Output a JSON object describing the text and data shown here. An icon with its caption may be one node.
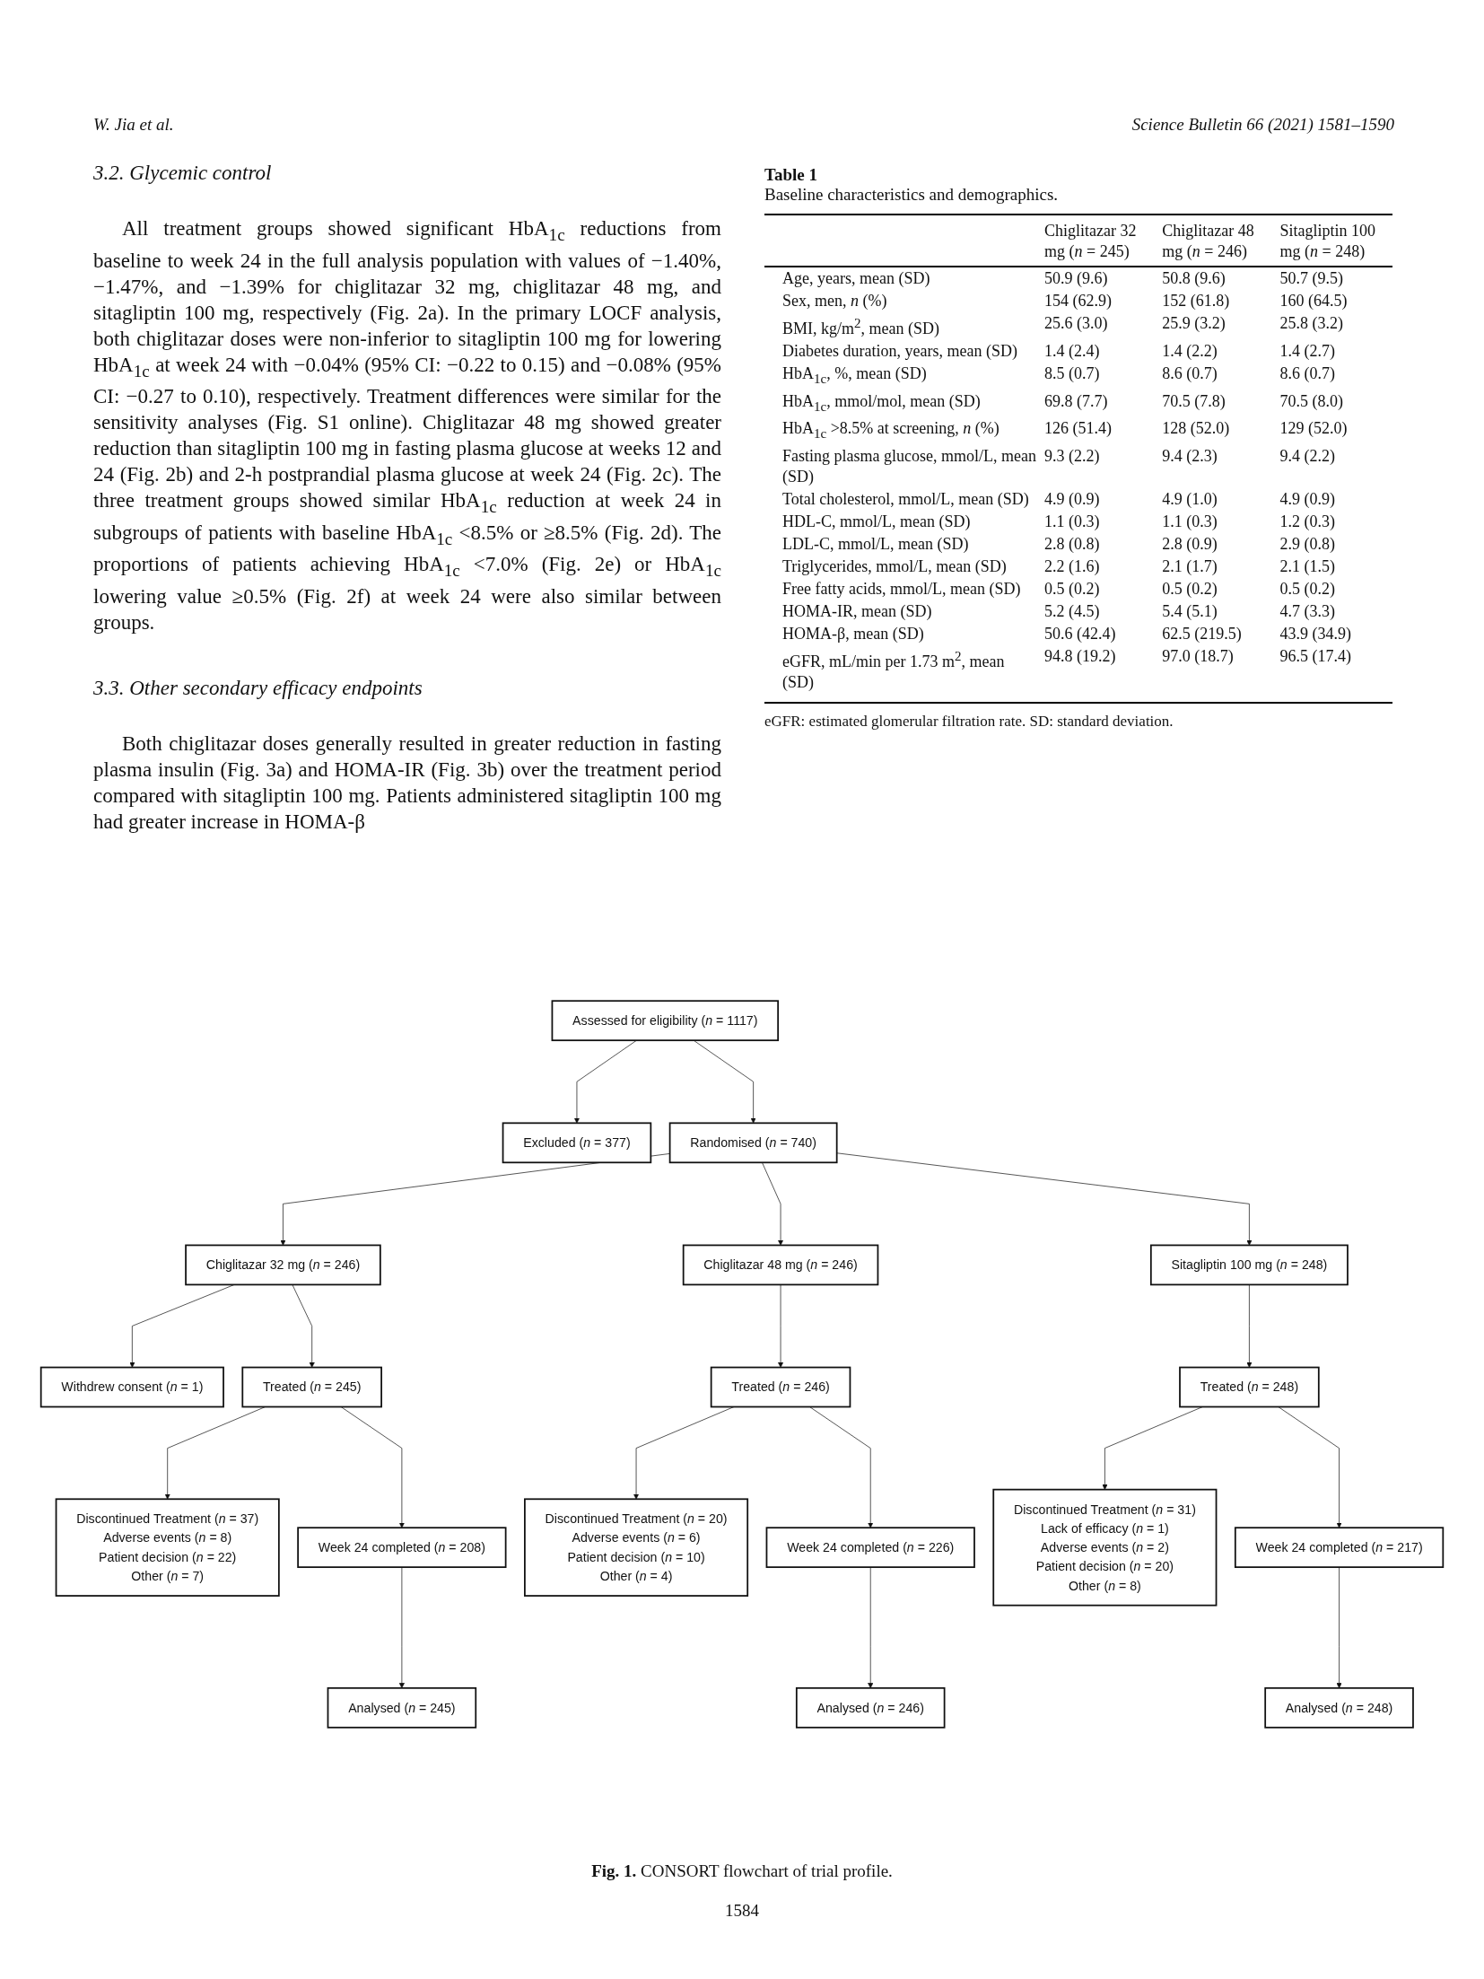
{
  "diagram": {
    "caption": "**Fig. 1.** CONSORT flowchart of trial profile.",
    "nodes": [
      {
        "text": [
          "Assessed for eligibility (*n* = 1117)"
        ]
      },
      {
        "text": [
          "Excluded (*n* = 377)"
        ]
      },
      {
        "text": [
          "Randomised (*n* = 740)"
        ]
      },
      {
        "text": [
          "Chiglitazar 32 mg (*n* = 246)"
        ]
      },
      {
        "text": [
          "Chiglitazar 48 mg (*n* = 246)"
        ]
      },
      {
        "text": [
          "Sitagliptin 100 mg (*n* = 248)"
        ]
      },
      {
        "text": [
          "Withdrew consent (*n* = 1)"
        ]
      },
      {
        "text": [
          "Treated (*n* = 245)"
        ]
      },
      {
        "text": [
          "Treated (*n* = 246)"
        ]
      },
      {
        "text": [
          "Treated (*n* = 248)"
        ]
      },
      {
        "text": [
          "Discontinued Treatment (*n* = 37)",
          "Adverse events (*n* = 8)",
          "Patient decision (*n* = 22)",
          "Other (*n* = 7)"
        ]
      },
      {
        "text": [
          "Discontinued Treatment (*n* = 20)",
          "Adverse events (*n* = 6)",
          "Patient decision (*n* = 10)",
          "Other (*n* = 4)"
        ]
      },
      {
        "text": [
          "Discontinued Treatment (*n* = 31)",
          "Lack of efficacy (*n* = 1)",
          "Adverse events (*n* = 2)",
          "Patient decision (*n* = 20)",
          "Other (*n* = 8)"
        ]
      },
      {
        "text": [
          "Week 24 completed (*n* = 208)"
        ]
      },
      {
        "text": [
          "Week 24 completed (*n* = 226)"
        ]
      },
      {
        "text": [
          "Week 24 completed (*n* = 217)"
        ]
      },
      {
        "text": [
          "Analysed (*n* = 245)"
        ]
      },
      {
        "text": [
          "Analysed (*n* = 246)"
        ]
      },
      {
        "text": [
          "Analysed (*n* = 248)"
        ]
      }
    ],
    "edges": [
      {
        "from": 0,
        "to": 1,
        "arrow": "to"
      },
      {
        "from": 0,
        "to": 2,
        "arrow": "to"
      },
      {
        "from": 2,
        "to": 3,
        "arrow": "to"
      },
      {
        "from": 2,
        "to": 4,
        "arrow": "to"
      },
      {
        "from": 2,
        "to": 5,
        "arrow": "to"
      },
      {
        "from": 3,
        "to": 6,
        "arrow": "to"
      },
      {
        "from": 3,
        "to": 7,
        "arrow": "to"
      },
      {
        "from": 4,
        "to": 8,
        "arrow": "to"
      },
      {
        "from": 5,
        "to": 9,
        "arrow": "to"
      },
      {
        "from": 7,
        "to": 10,
        "arrow": "to"
      },
      {
        "from": 7,
        "to": 13,
        "arrow": "to"
      },
      {
        "from": 8,
        "to": 11,
        "arrow": "to"
      },
      {
        "from": 8,
        "to": 14,
        "arrow": "to"
      },
      {
        "from": 9,
        "to": 12,
        "arrow": "to"
      },
      {
        "from": 9,
        "to": 15,
        "arrow": "to"
      },
      {
        "from": 13,
        "to": 16,
        "arrow": "to"
      },
      {
        "from": 14,
        "to": 17,
        "arrow": "to"
      },
      {
        "from": 15,
        "to": 18,
        "arrow": "to"
      }
    ],
    "labels": [
      "W. Jia et al.",
      "Science Bulletin 66 (2021) 1581–1590",
      "3.2. Glycemic control",
      "All treatment groups showed significant HbA$_{1c}$ reductions from baseline to week 24 in the full analysis population with values of −1.40%, −1.47%, and −1.39% for chiglitazar 32 mg, chiglitazar 48 mg, and sitagliptin 100 mg, respectively (Fig. 2a). In the primary LOCF analysis, both chiglitazar doses were non-inferior to sitagliptin 100 mg for lowering HbA$_{1c}$ at week 24 with −0.04% (95% CI: −0.22 to 0.15) and −0.08% (95% CI: −0.27 to 0.10), respectively. Treatment differences were similar for the sensitivity analyses (Fig. S1 online). Chiglitazar 48 mg showed greater reduction than sitagliptin 100 mg in fasting plasma glucose at weeks 12 and 24 (Fig. 2b) and 2-h postprandial plasma glucose at week 24 (Fig. 2c). The three treatment groups showed similar HbA$_{1c}$ reduction at week 24 in subgroups of patients with baseline HbA$_{1c}$ <8.5% or ≥8.5% (Fig. 2d). The proportions of patients achieving HbA$_{1c}$ <7.0% (Fig. 2e) or HbA$_{1c}$ lowering value ≥0.5% (Fig. 2f) at week 24 were also similar between groups.",
      "3.3. Other secondary efficacy endpoints",
      "Both chiglitazar doses generally resulted in greater reduction in fasting plasma insulin (Fig. 3a) and HOMA-IR (Fig. 3b) over the treatment period compared with sitagliptin 100 mg. Patients administered sitagliptin 100 mg had greater increase in HOMA-β",
      "Table 1",
      "Baseline characteristics and demographics.",
      "Chiglitazar 32 mg (*n* = 245)",
      "Chiglitazar 48 mg (*n* = 246)",
      "Sitagliptin 100 mg (*n* = 248)",
      "Age, years, mean (SD)",
      "50.9 (9.6)",
      "50.8 (9.6)",
      "50.7 (9.5)",
      "Sex, men, *n* (%)",
      "154 (62.9)",
      "152 (61.8)",
      "160 (64.5)",
      "BMI, kg/m$^{2}$, mean (SD)",
      "25.6 (3.0)",
      "25.9 (3.2)",
      "25.8 (3.2)",
      "Diabetes duration, years, mean (SD)",
      "1.4 (2.4)",
      "1.4 (2.2)",
      "1.4 (2.7)",
      "HbA$_{1c}$, %, mean (SD)",
      "8.5 (0.7)",
      "8.6 (0.7)",
      "8.6 (0.7)",
      "HbA$_{1c}$, mmol/mol, mean (SD)",
      "69.8 (7.7)",
      "70.5 (7.8)",
      "70.5 (8.0)",
      "HbA$_{1c}$ >8.5% at screening, *n* (%)",
      "126 (51.4)",
      "128 (52.0)",
      "129 (52.0)",
      "Fasting plasma glucose, mmol/L, mean (SD)",
      "9.3 (2.2)",
      "9.4 (2.3)",
      "9.4 (2.2)",
      "Total cholesterol, mmol/L, mean (SD)",
      "4.9 (0.9)",
      "4.9 (1.0)",
      "4.9 (0.9)",
      "HDL-C, mmol/L, mean (SD)",
      "1.1 (0.3)",
      "1.1 (0.3)",
      "1.2 (0.3)",
      "LDL-C, mmol/L, mean (SD)",
      "2.8 (0.8)",
      "2.8 (0.9)",
      "2.9 (0.8)",
      "Triglycerides, mmol/L, mean (SD)",
      "2.2 (1.6)",
      "2.1 (1.7)",
      "2.1 (1.5)",
      "Free fatty acids, mmol/L, mean (SD)",
      "0.5 (0.2)",
      "0.5 (0.2)",
      "0.5 (0.2)",
      "HOMA-IR, mean (SD)",
      "5.2 (4.5)",
      "5.4 (5.1)",
      "4.7 (3.3)",
      "HOMA-β, mean (SD)",
      "50.6 (42.4)",
      "62.5 (219.5)",
      "43.9 (34.9)",
      "eGFR, mL/min per 1.73 m$^{2}$, mean (SD)",
      "94.8 (19.2)",
      "97.0 (18.7)",
      "96.5 (17.4)",
      "eGFR: estimated glomerular filtration rate. SD: standard deviation.",
      "1584"
    ]
  }
}
